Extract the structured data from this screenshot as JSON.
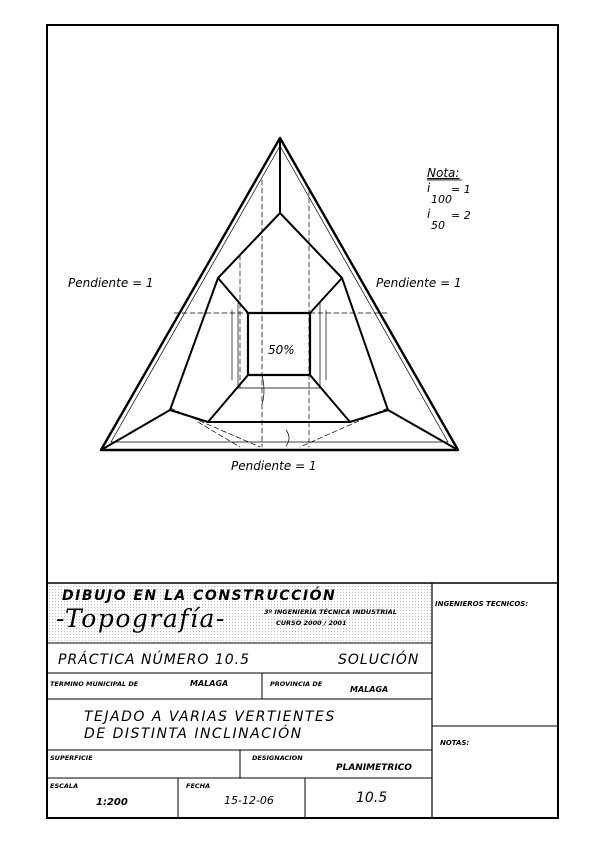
{
  "drawing": {
    "center_label": "50%",
    "slope_left": "Pendiente = 1",
    "slope_right": "Pendiente = 1",
    "slope_bottom": "Pendiente = 1",
    "note": {
      "title": "Nota:",
      "line1_base": "i",
      "line1_sub": "100",
      "line1_value": "= 1",
      "line2_base": "i",
      "line2_sub": "50",
      "line2_value": "= 2"
    }
  },
  "title_block": {
    "course": "DIBUJO EN LA CONSTRUCCIÓN",
    "subject": "-Topografía-",
    "degree": "3º INGENIERÍA TÉCNICA INDUSTRIAL",
    "year": "CURSO 2000 / 2001",
    "engineers_label": "INGENIEROS TECNICOS:",
    "practice": "PRÁCTICA NÚMERO 10.5",
    "solution": "SOLUCIÓN",
    "municipality_label": "TERMINO MUNICIPAL DE",
    "municipality_value": "MALAGA",
    "province_label": "PROVINCIA DE",
    "province_value": "MALAGA",
    "title_line1": "TEJADO A VARIAS VERTIENTES",
    "title_line2": "DE DISTINTA INCLINACIÓN",
    "notes_label": "NOTAS:",
    "surface_label": "SUPERFICIE",
    "designation_label": "DESIGNACION",
    "designation_value": "PLANIMETRICO",
    "scale_label": "ESCALA",
    "scale_value": "1:200",
    "date_label": "FECHA",
    "date_value": "15-12-06",
    "sheet_number": "10.5"
  }
}
